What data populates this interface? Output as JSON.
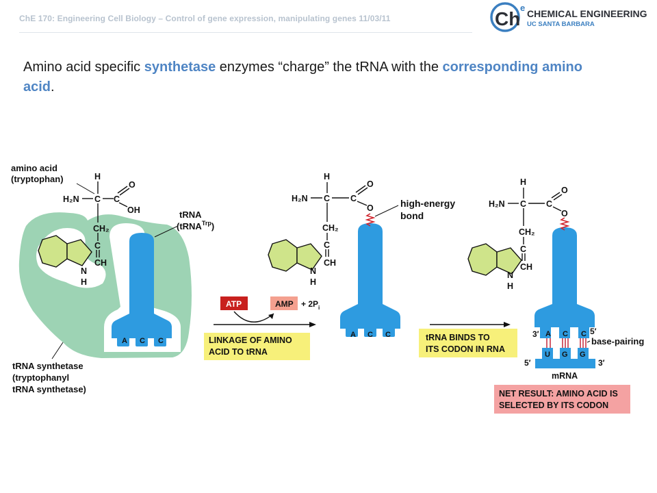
{
  "header": {
    "course_line": "ChE 170: Engineering Cell Biology – Control of gene expression, manipulating genes 11/03/11",
    "logo_mark": "Ch",
    "logo_sup": "e",
    "logo_line1": "CHEMICAL ENGINEERING",
    "logo_line2": "UC SANTA BARBARA"
  },
  "headline": {
    "part1": "Amino acid specific ",
    "term1": "synthetase",
    "part2": " enzymes “charge” the tRNA with the ",
    "term2": "corresponding amino acid",
    "part3": "."
  },
  "labels": {
    "amino_acid_1": "amino acid",
    "amino_acid_2": "(tryptophan)",
    "trna_1": "tRNA",
    "trna_2": "(tRNA",
    "trna_sup": "Trp",
    "trna_close": ")",
    "synthetase_1": "tRNA synthetase",
    "synthetase_2": "(tryptophanyl",
    "synthetase_3": "tRNA synthetase)",
    "high_energy_1": "high-energy",
    "high_energy_2": "bond",
    "atp": "ATP",
    "amp": "AMP",
    "plus_2p": "+ 2P",
    "p_sub": "i",
    "linkage_1": "LINKAGE OF AMINO",
    "linkage_2": "ACID TO tRNA",
    "binds_1": "tRNA BINDS TO",
    "binds_2": "ITS CODON IN RNA",
    "base_pairing": "base-pairing",
    "three_prime": "3′",
    "five_prime": "5′",
    "mrna": "mRNA",
    "net_1": "NET RESULT: AMINO ACID IS",
    "net_2": "SELECTED BY ITS CODON"
  },
  "chem": {
    "H": "H",
    "N": "N",
    "C": "C",
    "O": "O",
    "OH": "OH",
    "CH": "CH",
    "H2N": "H₂N",
    "CH2": "CH₂"
  },
  "anticodon": [
    "A",
    "C",
    "C"
  ],
  "codon": [
    "U",
    "G",
    "G"
  ],
  "colors": {
    "trna": "#2e9be0",
    "enzyme": "#9dd3b4",
    "ring": "#cfe48a",
    "atp_box": "#c8201e",
    "amp_box": "#f4a08f",
    "yellow_box": "#f7f07a",
    "net_box": "#f4a2a2",
    "bond": "#d0212a",
    "logo_dark": "#2c2f36",
    "logo_blue": "#3b7fc0"
  }
}
